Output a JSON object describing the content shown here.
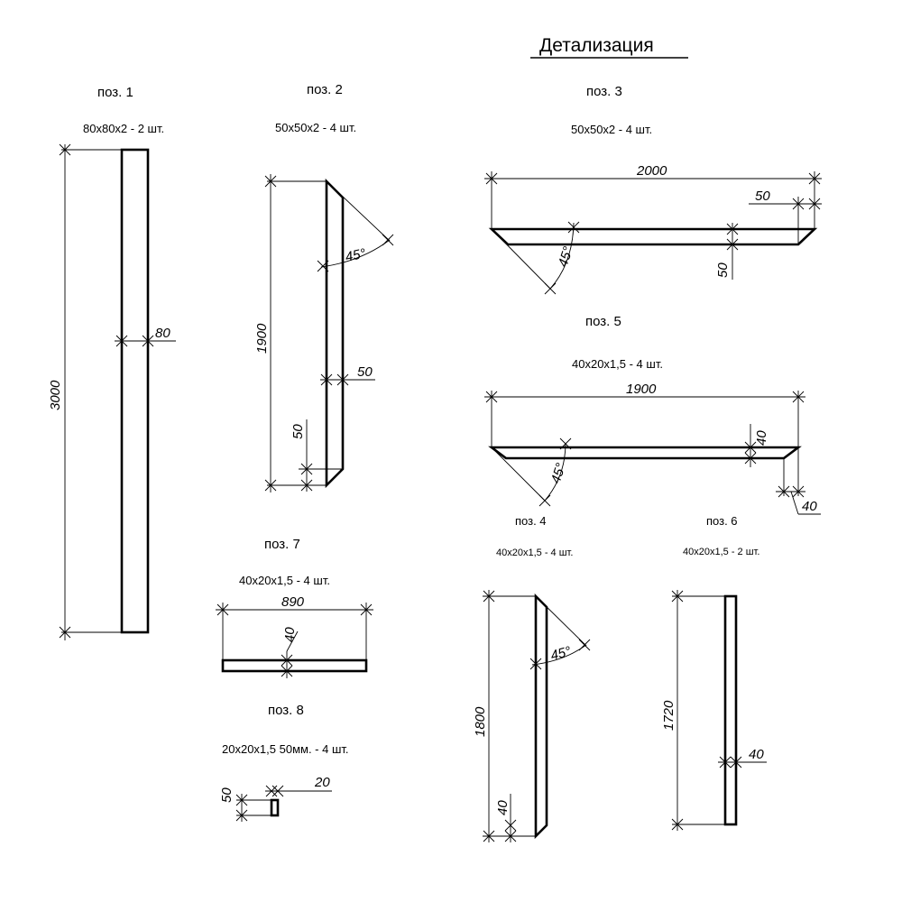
{
  "title": "Детализация",
  "positions": {
    "p1": {
      "label": "поз. 1",
      "spec": "80х80х2 - 2 шт.",
      "dims": {
        "length": "3000",
        "width": "80"
      }
    },
    "p2": {
      "label": "поз. 2",
      "spec": "50х50х2   - 4 шт.",
      "dims": {
        "length": "1900",
        "width": "50",
        "end": "50",
        "angle": "45°"
      }
    },
    "p3": {
      "label": "поз. 3",
      "spec": "50х50х2   - 4 шт.",
      "dims": {
        "length": "2000",
        "width": "50",
        "end": "50",
        "angle": "45°"
      }
    },
    "p5": {
      "label": "поз. 5",
      "spec": "40х20х1,5 - 4 шт.",
      "dims": {
        "length": "1900",
        "width": "40",
        "end": "40",
        "angle": "45°"
      }
    },
    "p4": {
      "label": "поз. 4",
      "spec": "40х20х1,5 - 4 шт.",
      "dims": {
        "length": "1800",
        "width": "40",
        "angle": "45°"
      }
    },
    "p6": {
      "label": "поз. 6",
      "spec": "40х20х1,5 - 2 шт.",
      "dims": {
        "length": "1720",
        "width": "40"
      }
    },
    "p7": {
      "label": "поз. 7",
      "spec": "40х20х1,5 - 4 шт.",
      "dims": {
        "length": "890",
        "width": "40"
      }
    },
    "p8": {
      "label": "поз. 8",
      "spec": "20х20х1,5  50мм. - 4 шт.",
      "dims": {
        "length": "50",
        "width": "20"
      }
    }
  }
}
